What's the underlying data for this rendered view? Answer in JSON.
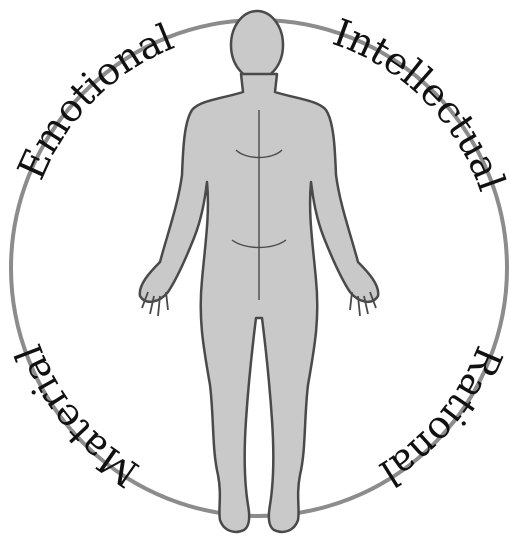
{
  "labels": {
    "top_left": "Emotional",
    "top_right": "Intellectual",
    "bottom_left": "Material",
    "bottom_right": "Rational"
  },
  "colors": {
    "ring": "#8c8c8c",
    "figure_fill": "#c9c9c9",
    "figure_outline": "#4a4a4a",
    "text": "#111111",
    "background": "#ffffff"
  }
}
